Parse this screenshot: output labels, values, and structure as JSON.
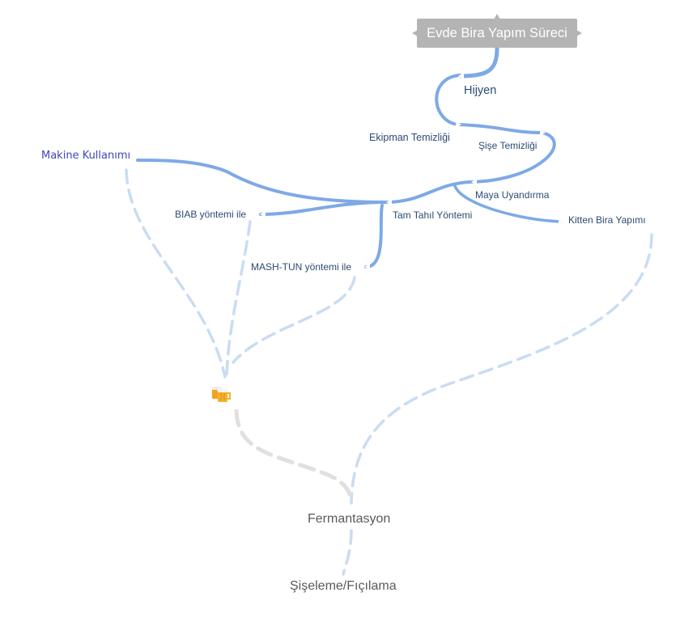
{
  "diagram": {
    "root": {
      "label": "Evde Bira Yapım Süreci"
    },
    "nodes": {
      "hijyen": "Hijyen",
      "ekipman": "Ekipman Temizliği",
      "sise": "Şişe Temizliği",
      "maya": "Maya Uyandırma",
      "kitten": "Kitten Bira Yapımı",
      "tam_tahil": "Tam Tahıl Yöntemi",
      "makine": "Makine Kullanımı",
      "biab": "BIAB yöntemi ile",
      "mashtun": "MASH-TUN yöntemi ile",
      "fermantasyon": "Fermantasyon",
      "siseleme": "Şişeleme/Fıçılama"
    },
    "icons": {
      "beer": "beer-mugs-icon"
    },
    "colors": {
      "root_fill": "#b4b4b4",
      "branch": "#7ea9e6",
      "branch_dashed": "#c9dcf3",
      "gray_dashed": "#e0e0e0",
      "label_text": "#2b4a72",
      "makine_text": "#3f47b8",
      "gray_text": "#5a5a5a"
    }
  }
}
